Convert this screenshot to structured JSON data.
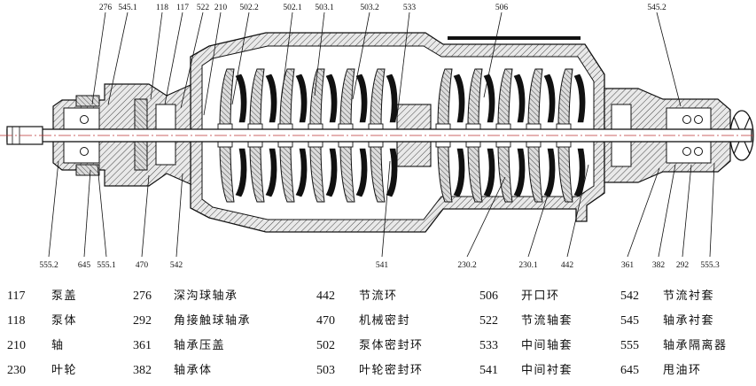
{
  "callouts": {
    "top": [
      "276",
      "545.1",
      "118",
      "117",
      "522",
      "210",
      "502.2",
      "502.1",
      "503.1",
      "503.2",
      "533",
      "506",
      "545.2"
    ],
    "bottom": [
      "555.2",
      "645",
      "555.1",
      "470",
      "542",
      "541",
      "230.2",
      "230.1",
      "442",
      "361",
      "382",
      "292",
      "555.3"
    ]
  },
  "legend": [
    [
      {
        "code": "117",
        "name": "泵盖"
      },
      {
        "code": "276",
        "name": "深沟球轴承"
      },
      {
        "code": "442",
        "name": "节流环"
      },
      {
        "code": "506",
        "name": "开口环"
      },
      {
        "code": "542",
        "name": "节流衬套"
      }
    ],
    [
      {
        "code": "118",
        "name": "泵体"
      },
      {
        "code": "292",
        "name": "角接触球轴承"
      },
      {
        "code": "470",
        "name": "机械密封"
      },
      {
        "code": "522",
        "name": "节流轴套"
      },
      {
        "code": "545",
        "name": "轴承衬套"
      }
    ],
    [
      {
        "code": "210",
        "name": "轴"
      },
      {
        "code": "361",
        "name": "轴承压盖"
      },
      {
        "code": "502",
        "name": "泵体密封环"
      },
      {
        "code": "533",
        "name": "中间轴套"
      },
      {
        "code": "555",
        "name": "轴承隔离器"
      }
    ],
    [
      {
        "code": "230",
        "name": "叶轮"
      },
      {
        "code": "382",
        "name": "轴承体"
      },
      {
        "code": "503",
        "name": "叶轮密封环"
      },
      {
        "code": "541",
        "name": "中间衬套"
      },
      {
        "code": "645",
        "name": "甩油环"
      }
    ]
  ]
}
